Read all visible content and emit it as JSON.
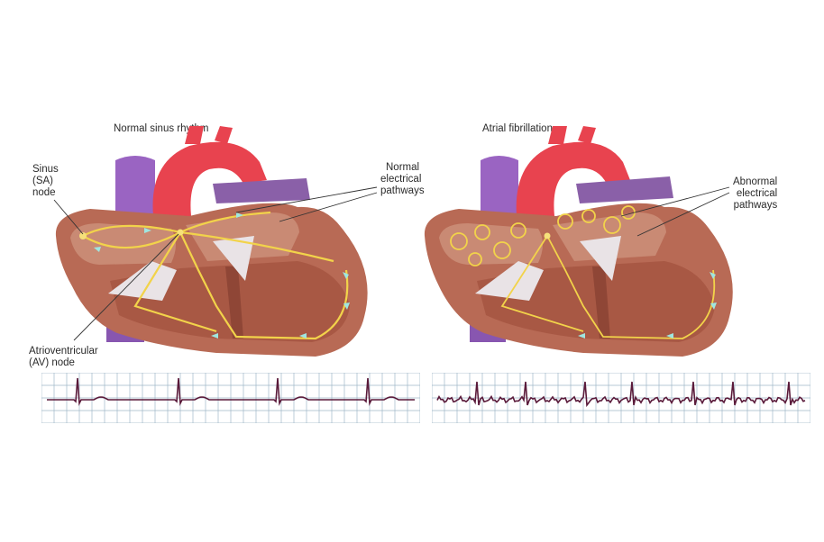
{
  "colors": {
    "aorta": "#e8434f",
    "vena_cava": "#9a64c2",
    "pulmonary": "#8a60a8",
    "myocardium": "#b86a55",
    "chamber": "#c98a74",
    "valve": "#e9e3e6",
    "pathway": "#f2d34a",
    "pathway_arrow": "#9fe6e0",
    "ecg_grid": "#9fb7c8",
    "ecg_trace": "#5a1a3a"
  },
  "panels": [
    {
      "title": "Normal sinus rhythm",
      "labels": {
        "sa_node": [
          "Sinus",
          "(SA)",
          "node"
        ],
        "pathways": [
          "Normal",
          "electrical",
          "pathways"
        ],
        "av_node": [
          "Atrioventricular",
          "(AV) node"
        ]
      },
      "rhythm": "regular"
    },
    {
      "title": "Atrial fibrillation",
      "labels": {
        "pathways": [
          "Abnormal",
          "electrical",
          "pathways"
        ]
      },
      "rhythm": "irregular"
    }
  ]
}
